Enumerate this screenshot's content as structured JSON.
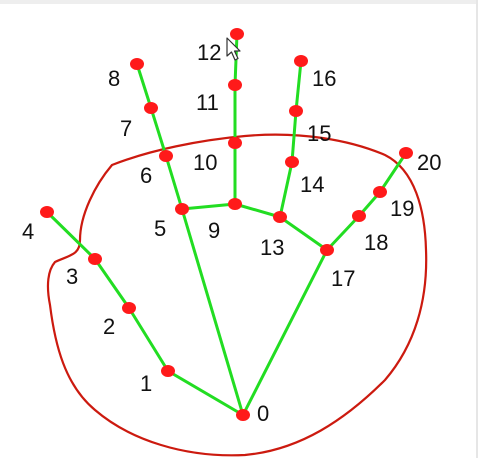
{
  "colors": {
    "bone": "#22dd22",
    "joint": "#ff1a1a",
    "outline": "#cc1a0f",
    "label": "#111111"
  },
  "icons": {
    "cursor": "mouse-pointer-icon"
  },
  "landmarks": [
    {
      "id": 0,
      "label": "0"
    },
    {
      "id": 1,
      "label": "1"
    },
    {
      "id": 2,
      "label": "2"
    },
    {
      "id": 3,
      "label": "3"
    },
    {
      "id": 4,
      "label": "4"
    },
    {
      "id": 5,
      "label": "5"
    },
    {
      "id": 6,
      "label": "6"
    },
    {
      "id": 7,
      "label": "7"
    },
    {
      "id": 8,
      "label": "8"
    },
    {
      "id": 9,
      "label": "9"
    },
    {
      "id": 10,
      "label": "10"
    },
    {
      "id": 11,
      "label": "11"
    },
    {
      "id": 12,
      "label": "12"
    },
    {
      "id": 13,
      "label": "13"
    },
    {
      "id": 14,
      "label": "14"
    },
    {
      "id": 15,
      "label": "15"
    },
    {
      "id": 16,
      "label": "16"
    },
    {
      "id": 17,
      "label": "17"
    },
    {
      "id": 18,
      "label": "18"
    },
    {
      "id": 19,
      "label": "19"
    },
    {
      "id": 20,
      "label": "20"
    }
  ],
  "connections": [
    [
      0,
      1
    ],
    [
      1,
      2
    ],
    [
      2,
      3
    ],
    [
      3,
      4
    ],
    [
      0,
      5
    ],
    [
      5,
      6
    ],
    [
      6,
      7
    ],
    [
      7,
      8
    ],
    [
      5,
      9
    ],
    [
      9,
      10
    ],
    [
      10,
      11
    ],
    [
      11,
      12
    ],
    [
      9,
      13
    ],
    [
      13,
      14
    ],
    [
      14,
      15
    ],
    [
      15,
      16
    ],
    [
      13,
      17
    ],
    [
      0,
      17
    ],
    [
      17,
      18
    ],
    [
      18,
      19
    ],
    [
      19,
      20
    ]
  ]
}
